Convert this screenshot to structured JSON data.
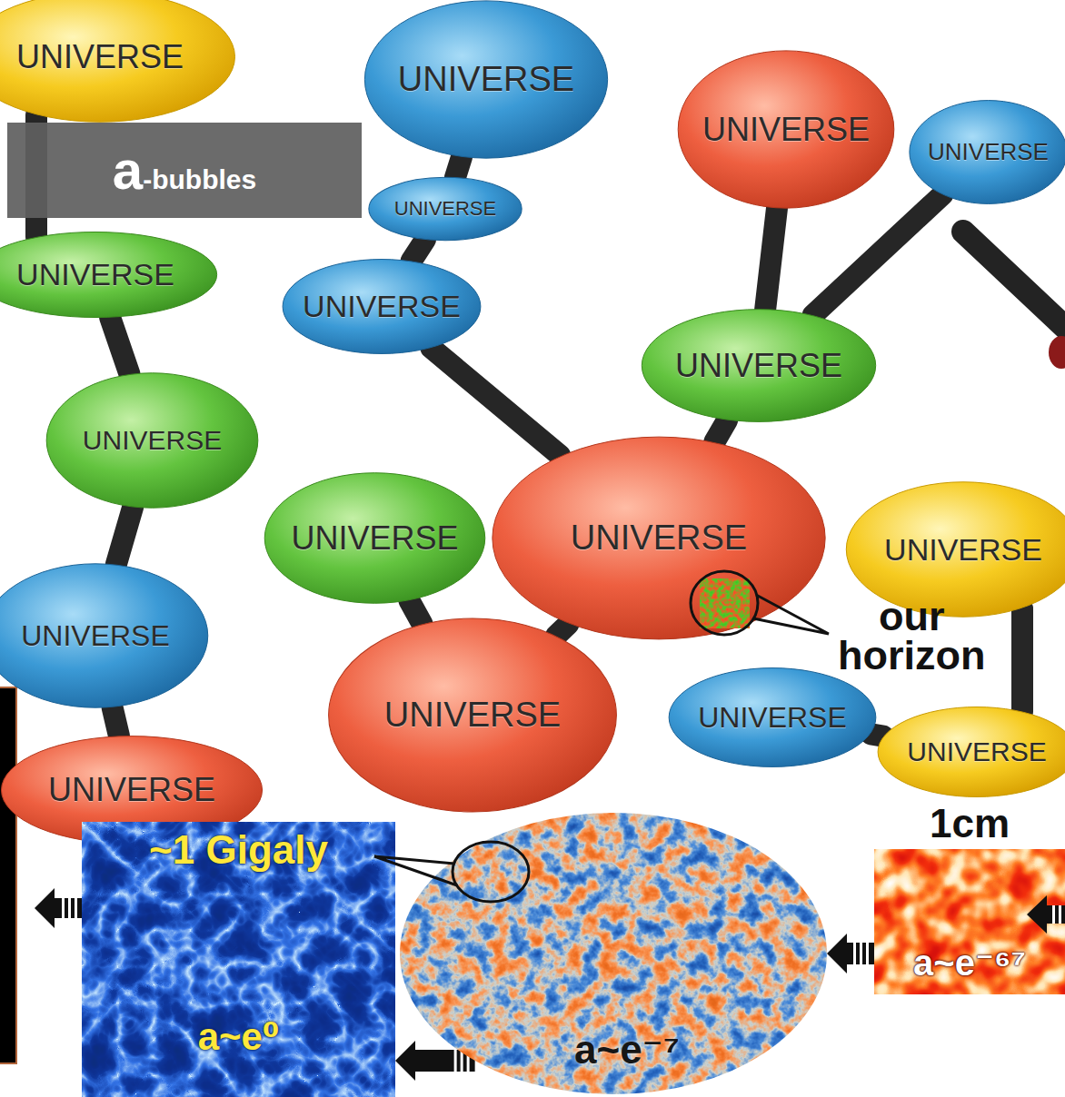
{
  "diagram": {
    "nodes": [
      {
        "text": [
          "UNIVERSE"
        ]
      },
      {
        "text": [
          "UNIVERSE"
        ]
      },
      {
        "text": [
          "a-bubbles"
        ]
      },
      {
        "text": [
          "UNIVERSE"
        ]
      },
      {
        "text": [
          "UNIVERSE"
        ]
      },
      {
        "text": [
          "UNIVERSE"
        ]
      },
      {
        "text": [
          "UNIVERSE"
        ]
      },
      {
        "text": [
          "UNIVERSE"
        ]
      },
      {
        "text": [
          "UNIVERSE"
        ]
      },
      {
        "text": [
          "UNIVERSE"
        ]
      },
      {
        "text": [
          "UNIVERSE"
        ]
      },
      {
        "text": [
          "UNIVERSE"
        ]
      },
      {
        "text": [
          "UNIVERSE"
        ]
      },
      {
        "text": [
          "UNIVERSE"
        ]
      },
      {
        "text": [
          "UNIVERSE"
        ]
      },
      {
        "text": [
          "UNIVERSE"
        ]
      },
      {
        "text": [
          "UNIVERSE"
        ]
      },
      {
        "text": [
          "UNIVERSE"
        ]
      },
      {
        "text": [
          "~1 Gigaly",
          "a~e⁰"
        ]
      },
      {
        "text": [
          "a~e⁻⁷"
        ]
      },
      {
        "text": [
          "1cm",
          "a~e⁻⁶⁷"
        ]
      }
    ],
    "edges": [
      {
        "from": 0,
        "to": 6,
        "arrow": "none"
      },
      {
        "from": 6,
        "to": 9,
        "arrow": "none"
      },
      {
        "from": 9,
        "to": 13,
        "arrow": "none"
      },
      {
        "from": 13,
        "to": 17,
        "arrow": "none"
      },
      {
        "from": 1,
        "to": 5,
        "arrow": "none"
      },
      {
        "from": 5,
        "to": 7,
        "arrow": "none"
      },
      {
        "from": 7,
        "to": 10,
        "arrow": "none"
      },
      {
        "from": 3,
        "to": 8,
        "arrow": "none"
      },
      {
        "from": 8,
        "to": 4,
        "arrow": "none"
      },
      {
        "from": 8,
        "to": 10,
        "arrow": "none"
      },
      {
        "from": 11,
        "to": 14,
        "arrow": "none"
      },
      {
        "from": 10,
        "to": 14,
        "arrow": "none"
      },
      {
        "from": 15,
        "to": 16,
        "arrow": "none"
      },
      {
        "from": 12,
        "to": 16,
        "arrow": "none"
      },
      {
        "from": 20,
        "to": 19,
        "arrow": "to"
      },
      {
        "from": 19,
        "to": 18,
        "arrow": "to"
      }
    ],
    "labels": [
      "our horizon"
    ]
  }
}
